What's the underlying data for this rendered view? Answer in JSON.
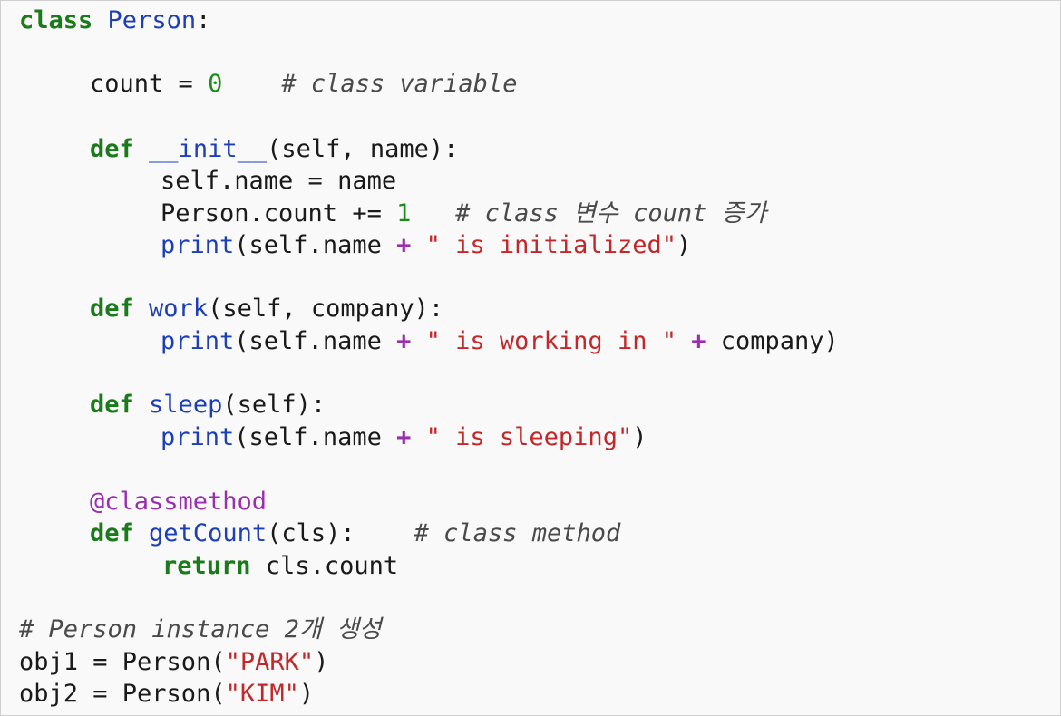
{
  "code": {
    "line1": {
      "kw": "class",
      "name": "Person",
      "colon": ":"
    },
    "line2": {
      "var": "count",
      "eq": " = ",
      "num": "0",
      "comment": "# class variable"
    },
    "line3": {
      "kw": "def",
      "fn": "__init__",
      "args": "(self, name):"
    },
    "line4": {
      "text": "self.name = name"
    },
    "line5": {
      "text": "Person.count += ",
      "num": "1",
      "comment": "# class 변수 count 증가"
    },
    "line6": {
      "builtin": "print",
      "pre": "(self.name ",
      "op": "+",
      "str": "\" is initialized\"",
      "close": ")"
    },
    "line7": {
      "kw": "def",
      "fn": "work",
      "args": "(self, company):"
    },
    "line8": {
      "builtin": "print",
      "pre": "(self.name ",
      "op1": "+",
      "str": "\" is working in \"",
      "op2": "+",
      "post": " company)"
    },
    "line9": {
      "kw": "def",
      "fn": "sleep",
      "args": "(self):"
    },
    "line10": {
      "builtin": "print",
      "pre": "(self.name ",
      "op": "+",
      "str": "\" is sleeping\"",
      "close": ")"
    },
    "line11": {
      "decorator": "@classmethod"
    },
    "line12": {
      "kw": "def",
      "fn": "getCount",
      "args": "(cls):",
      "comment": "# class method"
    },
    "line13": {
      "kw": "return",
      "text": " cls.count"
    },
    "line14": {
      "comment": "# Person instance 2개 생성"
    },
    "line15": {
      "pre": "obj1 = Person(",
      "str": "\"PARK\"",
      "close": ")"
    },
    "line16": {
      "pre": "obj2 = Person(",
      "str": "\"KIM\"",
      "close": ")"
    }
  }
}
